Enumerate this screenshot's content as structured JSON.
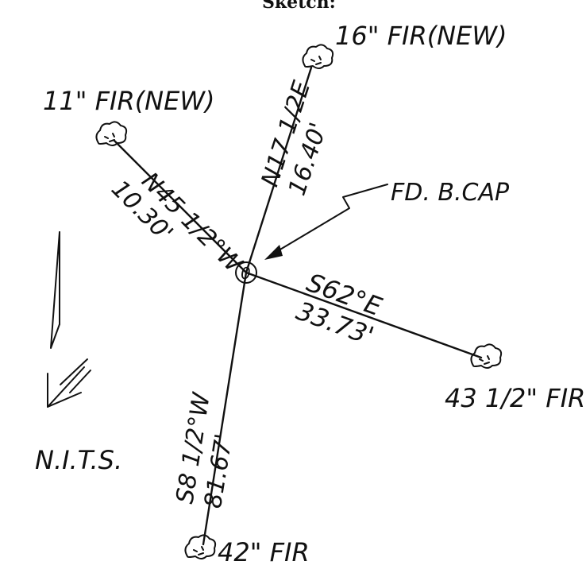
{
  "title": "Sketch:",
  "center_label": "FD. B.CAP",
  "center_mark": "0",
  "scale_note": "N.I.T.S.",
  "trees": [
    {
      "id": "nw",
      "label": "11\" FIR(NEW)",
      "bearing": "N45 1/2°W",
      "distance": "10.30'"
    },
    {
      "id": "ne",
      "label": "16\" FIR(NEW)",
      "bearing": "N17 1/2E",
      "distance": "16.40'"
    },
    {
      "id": "se",
      "label": "43 1/2\" FIR",
      "bearing": "S62°E",
      "distance": "33.73'"
    },
    {
      "id": "s",
      "label": "42\" FIR",
      "bearing": "S8 1/2°W",
      "distance": "81.67'"
    }
  ],
  "icons": {
    "tree": "tree-symbol-icon",
    "north": "north-arrow-icon",
    "corner": "bearing-cap-icon"
  }
}
